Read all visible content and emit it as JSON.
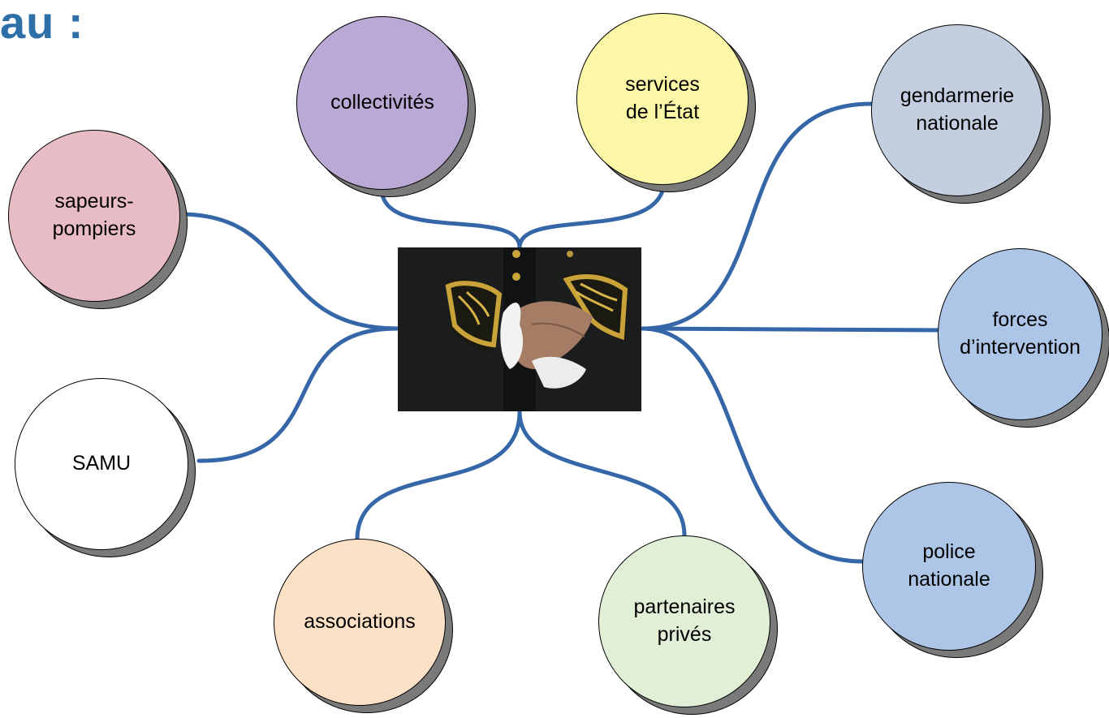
{
  "header": {
    "title_fragment": "au :"
  },
  "diagram": {
    "center_image": "uniform-hands-gloves-photo",
    "link_color": "#3466a8",
    "nodes": [
      {
        "id": "collectivites",
        "label": "collectivités",
        "color": "#b9a9d4"
      },
      {
        "id": "services-etat",
        "label": "services\nde l’État",
        "color": "#fbf7a6"
      },
      {
        "id": "gendarmerie",
        "label": "gendarmerie\nnationale",
        "color": "#c3cee0"
      },
      {
        "id": "sapeurs-pompiers",
        "label": "sapeurs-\npompiers",
        "color": "#e8bcc4"
      },
      {
        "id": "forces-intervention",
        "label": "forces\nd’intervention",
        "color": "#adc6e8"
      },
      {
        "id": "samu",
        "label": "SAMU",
        "color": "#ffffff"
      },
      {
        "id": "associations",
        "label": "associations",
        "color": "#fde1c6"
      },
      {
        "id": "partenaires-prives",
        "label": "partenaires\nprivés",
        "color": "#e1efd6"
      },
      {
        "id": "police-nationale",
        "label": "police\nnationale",
        "color": "#adc6e8"
      }
    ]
  }
}
